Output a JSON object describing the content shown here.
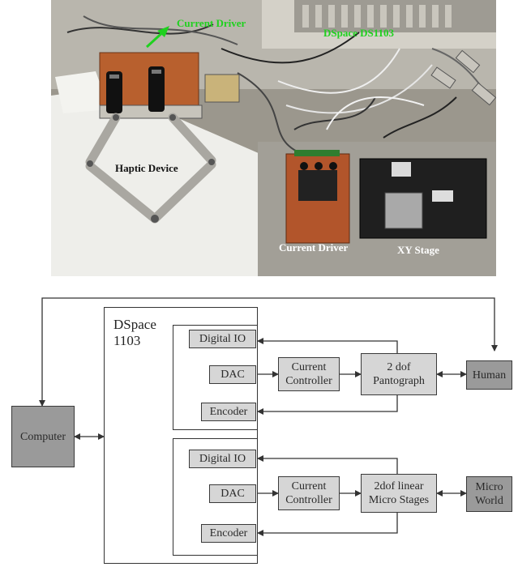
{
  "photo": {
    "labels": {
      "current_driver_top": "Current Driver",
      "dspace": "DSpace DS1103",
      "haptic_device": "Haptic Device",
      "current_driver_bottom": "Current Driver",
      "xy_stage": "XY Stage"
    },
    "colors": {
      "green_label": "#1fd11f",
      "dark_label": "#111111",
      "light_label": "#ffffff"
    }
  },
  "diagram": {
    "dspace_title": "DSpace\n1103",
    "upper": {
      "digital_io": "Digital IO",
      "dac": "DAC",
      "encoder": "Encoder",
      "current_controller": "Current\nController",
      "device": "2 dof\nPantograph",
      "actor": "Human"
    },
    "lower": {
      "digital_io": "Digital IO",
      "dac": "DAC",
      "encoder": "Encoder",
      "current_controller": "Current\nController",
      "device": "2dof linear\nMicro Stages",
      "actor": "Micro\nWorld"
    },
    "computer": "Computer",
    "colors": {
      "light_box": "#d6d6d6",
      "dark_box": "#9a9a9a",
      "line": "#333333"
    }
  }
}
